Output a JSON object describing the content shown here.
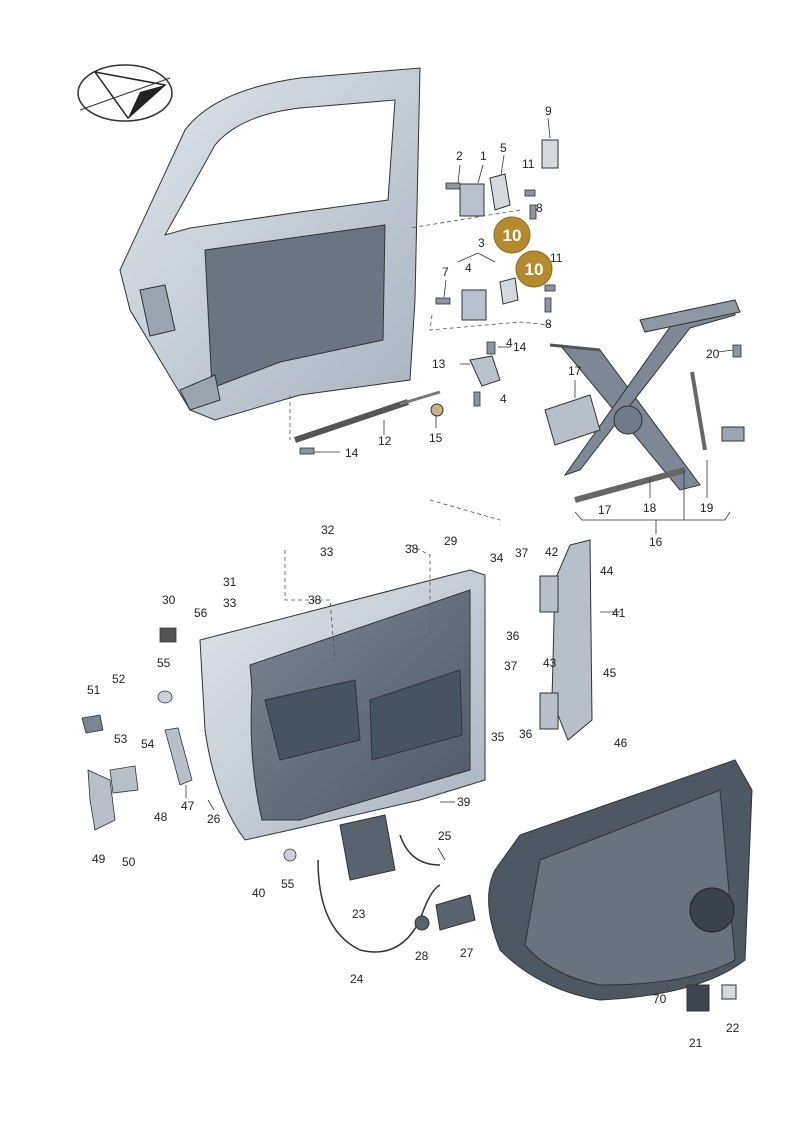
{
  "colors": {
    "part_fill": "#c9d1da",
    "part_dark": "#6f7b87",
    "panel_fill": "#5b6672",
    "highlight": "#b58a2e"
  },
  "icons": {
    "logo": "paper-plane-logo-icon"
  },
  "callouts": {
    "c1": "1",
    "c2": "2",
    "c3": "3",
    "c4a": "4",
    "c4b": "4",
    "c4c": "4",
    "c5": "5",
    "c7": "7",
    "c8a": "8",
    "c8b": "8",
    "c9": "9",
    "c11a": "11",
    "c11b": "11",
    "c12": "12",
    "c13": "13",
    "c14a": "14",
    "c14b": "14",
    "c15": "15",
    "c16": "16",
    "c17a": "17",
    "c17b": "17",
    "c18": "18",
    "c19": "19",
    "c20": "20",
    "c21": "21",
    "c22": "22",
    "c23": "23",
    "c24": "24",
    "c25": "25",
    "c26": "26",
    "c27": "27",
    "c28": "28",
    "c29": "29",
    "c30": "30",
    "c31": "31",
    "c32": "32",
    "c33a": "33",
    "c33b": "33",
    "c34": "34",
    "c35": "35",
    "c36a": "36",
    "c36b": "36",
    "c37a": "37",
    "c37b": "37",
    "c38a": "38",
    "c38b": "38",
    "c39": "39",
    "c40": "40",
    "c41": "41",
    "c42": "42",
    "c43": "43",
    "c44": "44",
    "c45": "45",
    "c46": "46",
    "c47": "47",
    "c48": "48",
    "c49": "49",
    "c50": "50",
    "c51": "51",
    "c52": "52",
    "c53": "53",
    "c54": "54",
    "c55a": "55",
    "c55b": "55",
    "c56": "56",
    "c70": "70"
  },
  "highlighted": {
    "h1": "10",
    "h2": "10"
  }
}
